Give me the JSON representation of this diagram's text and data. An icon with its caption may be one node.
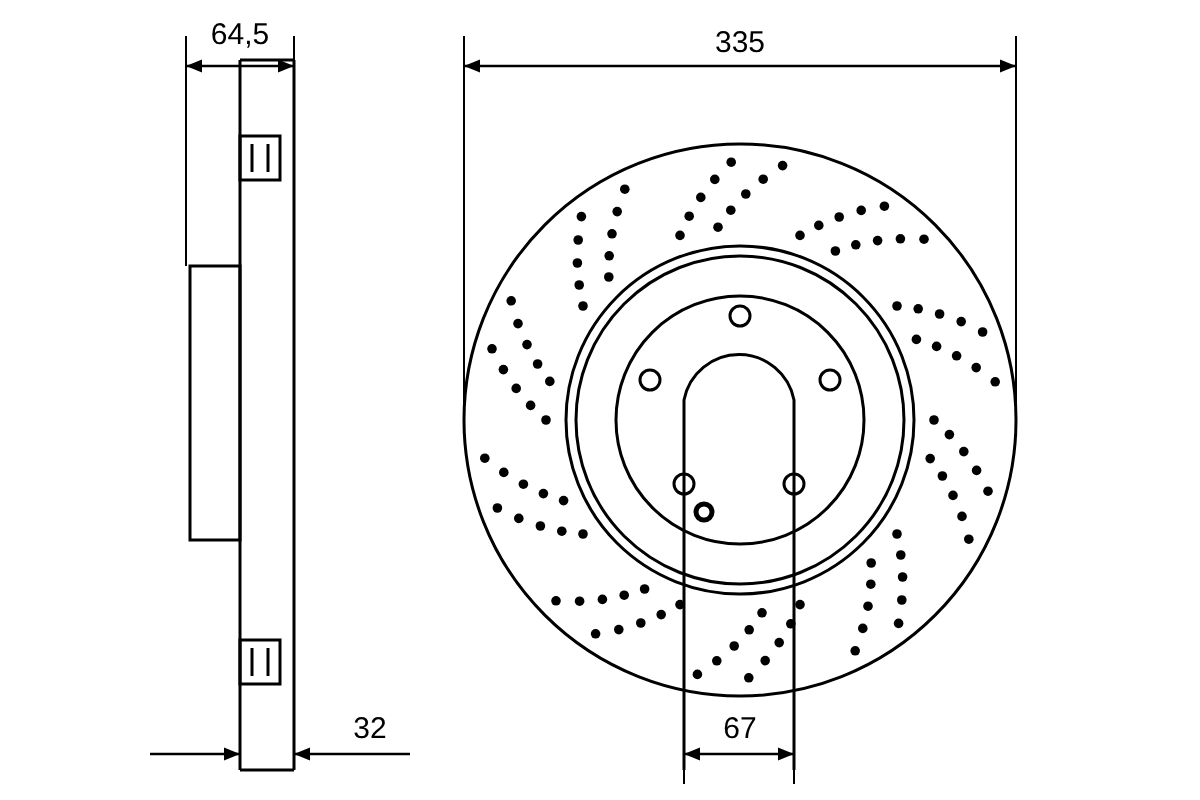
{
  "diagram": {
    "labels": [
      "64,5",
      "335",
      "32",
      "67"
    ]
  }
}
